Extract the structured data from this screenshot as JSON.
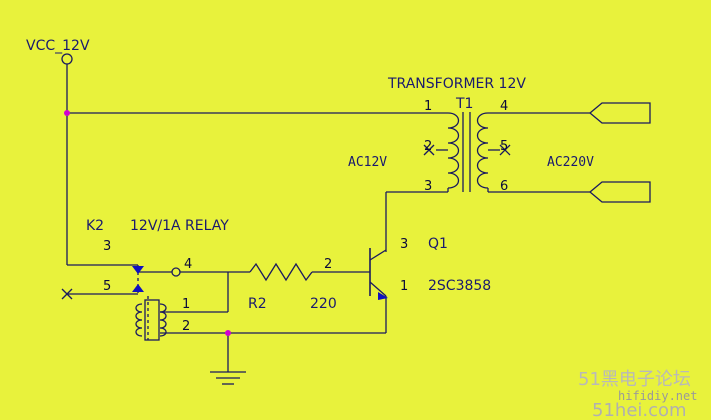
{
  "labels": {
    "vcc": "VCC_12V",
    "transformer": "TRANSFORMER 12V",
    "t1": "T1",
    "ac12": "AC12V",
    "ac220": "AC220V",
    "k2": "K2",
    "relay": "12V/1A RELAY",
    "r2": "R2",
    "r2_value": "220",
    "q1": "Q1",
    "q1_part": "2SC3858"
  },
  "pins": {
    "t1_1": "1",
    "t1_2": "2",
    "t1_3": "3",
    "t1_4": "4",
    "t1_5": "5",
    "t1_6": "6",
    "k2_3": "3",
    "k2_4": "4",
    "k2_5": "5",
    "k2_1": "1",
    "k2_2": "2",
    "r2_2": "2",
    "q1_3": "3",
    "q1_1": "1"
  },
  "watermark": {
    "cn": "51黑电子论坛",
    "url": "hifidiy.net",
    "brand": "51hei.com"
  },
  "colors": {
    "background": "#e8f23c",
    "wire": "#1a1a5e",
    "junction": "#d000d0",
    "relay_arrow": "#1010c0"
  }
}
